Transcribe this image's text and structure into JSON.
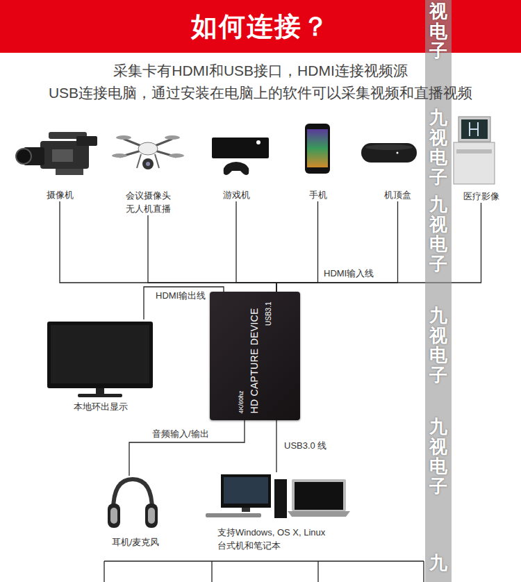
{
  "diagram": {
    "title": "如何连接？",
    "nodes": [
      {
        "text": [
          "摄像机"
        ]
      },
      {
        "text": [
          "会议摄像头 无人机直播"
        ]
      },
      {
        "text": [
          "游戏机"
        ]
      },
      {
        "text": [
          "手机"
        ]
      },
      {
        "text": [
          "机顶盒"
        ]
      },
      {
        "text": [
          "医疗影像"
        ]
      },
      {
        "text": [
          "本地环出显示"
        ]
      },
      {
        "text": [
          "4K/60hz",
          "HD CAPTURE DEVICE",
          "USB3.1"
        ]
      },
      {
        "text": [
          "耳机/麦克风"
        ]
      },
      {
        "text": [
          "支持Windows, OS X, Linux 台式机和笔记本"
        ]
      }
    ],
    "edges": [
      {
        "from": 0,
        "to": 7,
        "arrow": "none"
      },
      {
        "from": 1,
        "to": 7,
        "arrow": "none"
      },
      {
        "from": 2,
        "to": 7,
        "arrow": "none"
      },
      {
        "from": 3,
        "to": 7,
        "arrow": "none"
      },
      {
        "from": 4,
        "to": 7,
        "arrow": "none"
      },
      {
        "from": 5,
        "to": 7,
        "arrow": "none"
      },
      {
        "from": 7,
        "to": 6,
        "label": "HDMI输出线",
        "arrow": "none"
      },
      {
        "from": 7,
        "to": 8,
        "label": "音频输入/输出",
        "arrow": "none"
      },
      {
        "from": 7,
        "to": 9,
        "label": "USB3.0 线",
        "arrow": "none"
      }
    ],
    "labels": [
      "采集卡有HDMI和USB接口，HDMI连接视频源",
      "USB连接电脑，通过安装在电脑上的软件可以采集视频和直播视频",
      "HDMI输入线",
      "视电子",
      "九视电子",
      "九视电子",
      "九视电子",
      "九视电子",
      "九"
    ]
  }
}
